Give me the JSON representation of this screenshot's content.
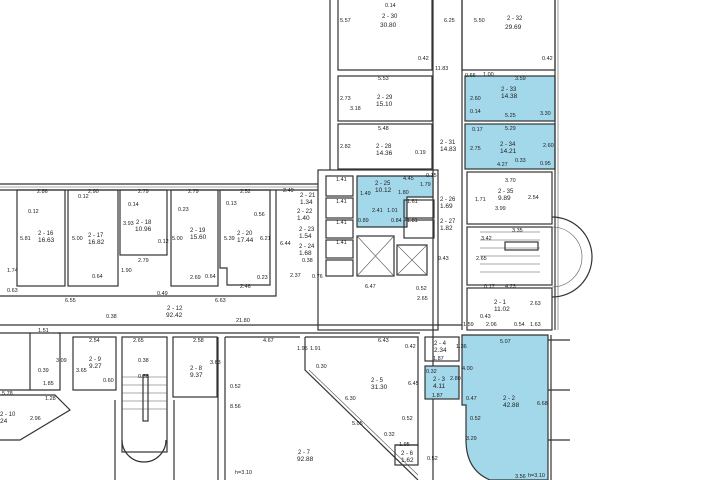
{
  "rooms": [
    {
      "id": "2 - 30",
      "area": "30.80"
    },
    {
      "id": "2 - 32",
      "area": "29.69"
    },
    {
      "id": "2 - 29",
      "area": "15.10"
    },
    {
      "id": "2 - 33",
      "area": "14.38"
    },
    {
      "id": "2 - 28",
      "area": "14.36"
    },
    {
      "id": "2 - 31",
      "area": "14.83"
    },
    {
      "id": "2 - 34",
      "area": "14.21"
    },
    {
      "id": "2 - 16",
      "area": "16.63"
    },
    {
      "id": "2 - 17",
      "area": "16.82"
    },
    {
      "id": "2 - 18",
      "area": "10.96"
    },
    {
      "id": "2 - 19",
      "area": "15.60"
    },
    {
      "id": "2 - 20",
      "area": "17.44"
    },
    {
      "id": "2 - 21",
      "area": "1.34"
    },
    {
      "id": "2 - 22",
      "area": "1.40"
    },
    {
      "id": "2 - 23",
      "area": "1.54"
    },
    {
      "id": "2 - 24",
      "area": "1.68"
    },
    {
      "id": "2 - 25",
      "area": "10.12"
    },
    {
      "id": "2 - 26",
      "area": "1.69"
    },
    {
      "id": "2 - 27",
      "area": "1.82"
    },
    {
      "id": "2 - 35",
      "area": "9.89"
    },
    {
      "id": "2 - 1",
      "area": "11.02"
    },
    {
      "id": "2 - 12",
      "area": "92.42"
    },
    {
      "id": "2 - 9",
      "area": "9.27"
    },
    {
      "id": "2 - 8",
      "area": "9.37"
    },
    {
      "id": "2 - 5",
      "area": "31.30"
    },
    {
      "id": "2 - 7",
      "area": "92.88"
    },
    {
      "id": "2 - 6",
      "area": "1.62"
    },
    {
      "id": "2 - 4",
      "area": "2.34"
    },
    {
      "id": "2 - 3",
      "area": "4.11"
    },
    {
      "id": "2 - 2",
      "area": "42.88"
    },
    {
      "id": "2 - 10",
      "area": "24"
    }
  ],
  "dims": [
    "0.14",
    "5.57",
    "6.25",
    "5.50",
    "0.42",
    "0.42",
    "11.83",
    "5.53",
    "1.00",
    "0.66",
    "3.59",
    "2.73",
    "3.18",
    "2.60",
    "0.14",
    "5.25",
    "3.30",
    "5.48",
    "0.17",
    "5.29",
    "2.82",
    "0.19",
    "2.75",
    "2.60",
    "4.27",
    "0.33",
    "0.95",
    "2.86",
    "2.90",
    "2.79",
    "2.79",
    "2.52",
    "2.49",
    "0.12",
    "0.12",
    "0.14",
    "0.23",
    "0.13",
    "0.56",
    "5.81",
    "5.00",
    "3.93",
    "5.00",
    "5.39",
    "6.21",
    "6.44",
    "0.12",
    "2.79",
    "1.90",
    "0.64",
    "0.64",
    "0.23",
    "2.69",
    "2.46",
    "1.74",
    "0.63",
    "6.55",
    "0.49",
    "6.63",
    "2.37",
    "0.76",
    "0.38",
    "4.45",
    "1.49",
    "1.79",
    "1.80",
    "1.01",
    "0.89",
    "2.41",
    "0.84",
    "1.61",
    "1.81",
    "0.15",
    "3.70",
    "1.71",
    "2.54",
    "3.99",
    "9.43",
    "3.35",
    "3.42",
    "2.65",
    "6.47",
    "0.52",
    "2.65",
    "0.17",
    "4.23",
    "2.63",
    "0.43",
    "2.06",
    "0.54",
    "1.63",
    "1.59",
    "1.51",
    "0.38",
    "2.54",
    "2.65",
    "2.58",
    "21.80",
    "4.67",
    "6.43",
    "0.39",
    "3.09",
    "3.65",
    "0.60",
    "0.38",
    "0.38",
    "3.63",
    "1.85",
    "5.78",
    "1.28",
    "2.96",
    "0.52",
    "8.56",
    "1.95",
    "1.91",
    "0.30",
    "6.30",
    "5.05",
    "0.42",
    "6.45",
    "0.52",
    "0.32",
    "1.95",
    "0.52",
    "1.36",
    "1.87",
    "0.32",
    "2.80",
    "1.87",
    "5.07",
    "4.00",
    "0.47",
    "0.52",
    "3.29",
    "6.68",
    "3.56",
    "1.41",
    "1.41",
    "1.41",
    "1.41"
  ],
  "notes": {
    "h1": "h=3.10",
    "h2": "h=3.10"
  },
  "colors": {
    "highlight": "#a3d8ea",
    "wall": "#333333"
  }
}
